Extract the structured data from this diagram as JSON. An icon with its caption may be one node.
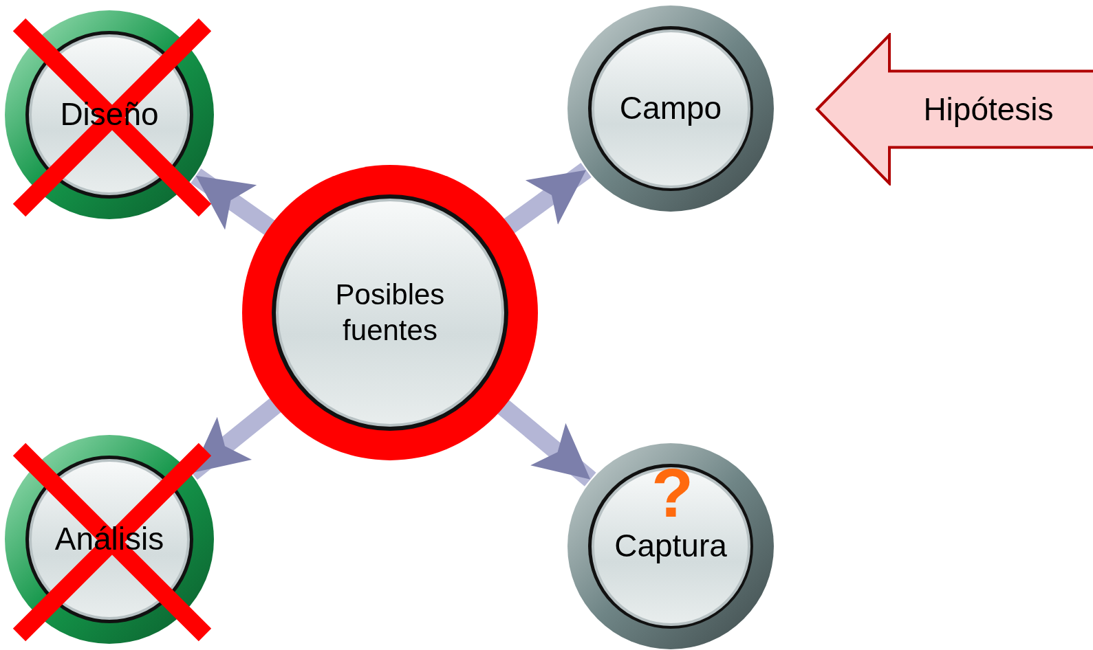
{
  "diagram": {
    "nodes": [
      {
        "text": [
          "Diseño"
        ]
      },
      {
        "text": [
          "Campo"
        ]
      },
      {
        "text": [
          "Hipótesis"
        ]
      },
      {
        "text": [
          "Posibles fuentes"
        ]
      },
      {
        "text": [
          "Análisis"
        ]
      },
      {
        "text": [
          "Captura"
        ]
      }
    ],
    "edges": [
      {
        "from": 3,
        "to": 0,
        "arrow": "to"
      },
      {
        "from": 3,
        "to": 1,
        "arrow": "to"
      },
      {
        "from": 3,
        "to": 4,
        "arrow": "to"
      },
      {
        "from": 3,
        "to": 5,
        "arrow": "to"
      }
    ],
    "labels": [
      "?"
    ]
  }
}
